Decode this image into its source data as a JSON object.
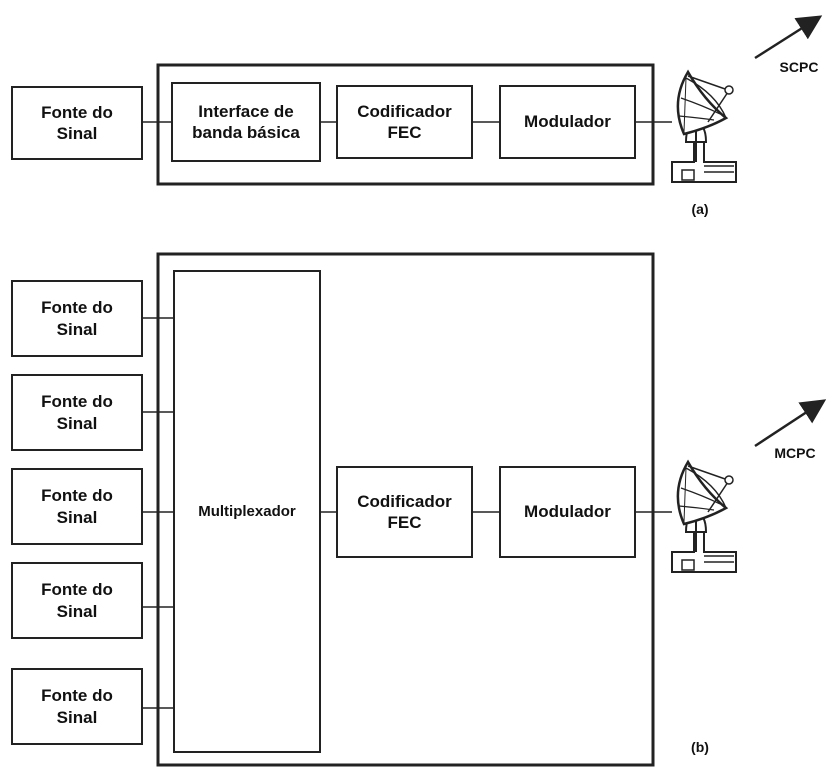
{
  "diagram_a": {
    "source": "Fonte do\nSinal",
    "interface": "Interface de\nbanda básica",
    "encoder": "Codificador\nFEC",
    "modulator": "Modulador",
    "antenna_label": "SCPC",
    "caption": "(a)"
  },
  "diagram_b": {
    "sources": [
      "Fonte do\nSinal",
      "Fonte do\nSinal",
      "Fonte do\nSinal",
      "Fonte do\nSinal",
      "Fonte do\nSinal"
    ],
    "multiplexer": "Multiplexador",
    "encoder": "Codificador\nFEC",
    "modulator": "Modulador",
    "antenna_label": "MCPC",
    "caption": "(b)"
  },
  "colors": {
    "stroke": "#222222",
    "fill": "#ffffff",
    "text": "#111111"
  },
  "icons": [
    "satellite-dish-icon",
    "arrow-icon"
  ]
}
